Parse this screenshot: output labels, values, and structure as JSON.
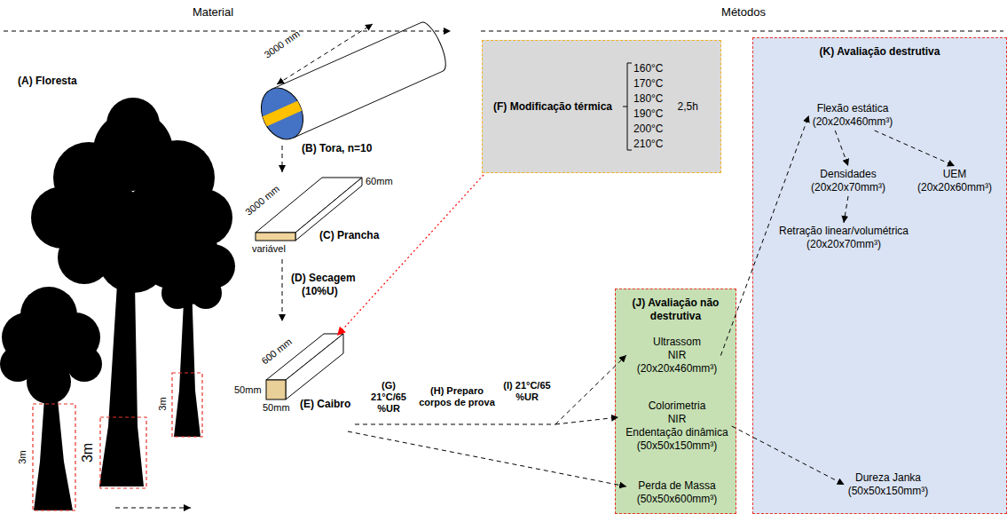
{
  "diagram": {
    "nodes": [
      {
        "text": [
          "(F) Modificação térmica",
          "160°C",
          "170°C",
          "180°C",
          "190°C",
          "200°C",
          "210°C",
          "2,5h"
        ]
      },
      {
        "text": [
          "(J) Avaliação não destrutiva"
        ]
      },
      {
        "text": [
          "Ultrassom",
          "NIR",
          "(20x20x460mm³)"
        ],
        "in": 1
      },
      {
        "text": [
          "Colorimetria",
          "NIR",
          "Endentação dinâmica",
          "(50x50x150mm³)"
        ],
        "in": 1
      },
      {
        "text": [
          "Perda de Massa",
          "(50x50x600mm³)"
        ],
        "in": 1
      },
      {
        "text": [
          "(K) Avaliação destrutiva"
        ]
      },
      {
        "text": [
          "Flexão estática",
          "(20x20x460mm³)"
        ],
        "in": 5
      },
      {
        "text": [
          "Densidades",
          "(20x20x70mm³)"
        ],
        "in": 5
      },
      {
        "text": [
          "UEM",
          "(20x20x60mm³)"
        ],
        "in": 5
      },
      {
        "text": [
          "Retração linear/volumétrica",
          "(20x20x70mm³)"
        ],
        "in": 5
      },
      {
        "text": [
          "Dureza Janka",
          "(50x50x150mm³)"
        ],
        "in": 5
      }
    ],
    "edges": [
      {
        "from": 2,
        "to": 6,
        "arrow": "to"
      },
      {
        "from": 6,
        "to": 7,
        "arrow": "to"
      },
      {
        "from": 6,
        "to": 8,
        "arrow": "to"
      },
      {
        "from": 7,
        "to": 9,
        "arrow": "to"
      },
      {
        "from": 3,
        "to": 10,
        "arrow": "to"
      }
    ],
    "labels": [
      "Material",
      "Métodos",
      "(A) Floresta",
      "3m",
      "3m",
      "3m",
      "3000 mm",
      "(B) Tora, n=10",
      "3000 mm",
      "60mm",
      "(C) Prancha",
      "variável",
      "(D) Secagem",
      "(10%U)",
      "600 mm",
      "50mm",
      "50mm",
      "(E) Caibro",
      "(G) 21°C/65 %UR",
      "(H) Preparo corpos de prova",
      "(I) 21°C/65 %UR"
    ]
  }
}
